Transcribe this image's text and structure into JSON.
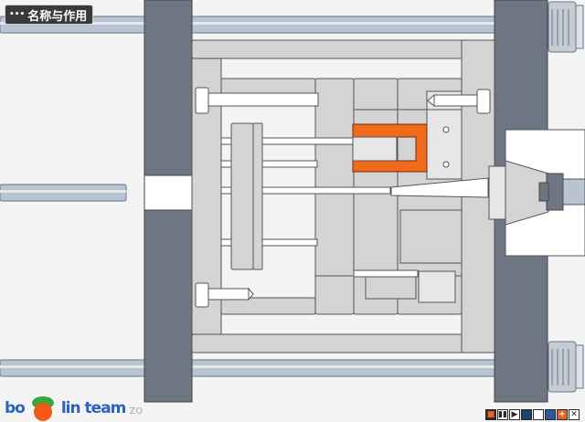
{
  "header": {
    "title": "名称与作用"
  },
  "logo": {
    "text_left": "bo",
    "text_right": "lin team",
    "suffix": "ZO"
  },
  "colors": {
    "background": "#f4f4f4",
    "plate_dark": "#6e7683",
    "plate_light": "#d4d4d4",
    "plate_outline": "#555555",
    "rod": "#b9c3d1",
    "highlight_part": "#f06a1c",
    "logo_blue": "#2b63c0",
    "logo_orange": "#f05a14",
    "logo_green": "#3aa63a"
  },
  "controls": [
    {
      "name": "stop-button",
      "glyph": "■",
      "bg": "#2a2a2a",
      "fg": "#e8632a"
    },
    {
      "name": "pause-button",
      "glyph": "▮▮",
      "bg": "#ffffff",
      "fg": "#2a2a2a"
    },
    {
      "name": "play-button",
      "glyph": "▶",
      "bg": "#ffffff",
      "fg": "#2a2a2a"
    },
    {
      "name": "color-swatch-a",
      "glyph": "",
      "bg": "#1f3f6e",
      "fg": "#ffffff"
    },
    {
      "name": "color-swatch-b",
      "glyph": "",
      "bg": "#ffffff",
      "fg": "#2a2a2a"
    },
    {
      "name": "color-swatch-c",
      "glyph": "",
      "bg": "#2a5a9e",
      "fg": "#ffffff"
    },
    {
      "name": "zoom-button",
      "glyph": "+",
      "bg": "#e8632a",
      "fg": "#ffffff"
    },
    {
      "name": "fullscreen-button",
      "glyph": "✕",
      "bg": "#ffffff",
      "fg": "#2a2a2a"
    }
  ]
}
